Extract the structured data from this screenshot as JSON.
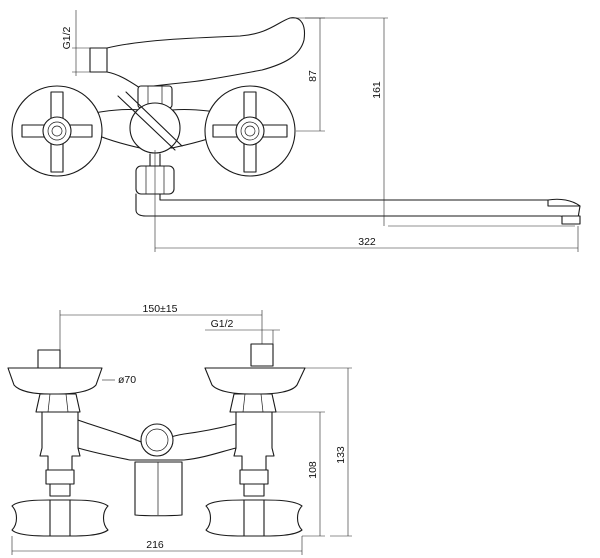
{
  "top_view": {
    "thread_label": "G1/2",
    "height_to_handle": "87",
    "height_total": "161",
    "spout_length": "322"
  },
  "front_view": {
    "center_distance": "150±15",
    "thread_label": "G1/2",
    "flange_diameter": "ø70",
    "height_inner": "108",
    "height_outer": "133",
    "width_total": "216"
  },
  "colors": {
    "line": "#1a1a1a",
    "background": "#ffffff"
  }
}
